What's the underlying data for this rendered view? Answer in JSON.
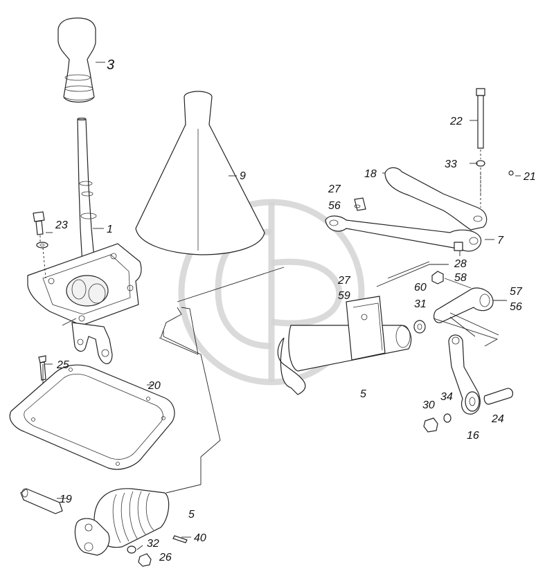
{
  "diagram": {
    "callouts": [
      {
        "id": "3",
        "label": "3"
      },
      {
        "id": "9",
        "label": "9"
      },
      {
        "id": "1",
        "label": "1"
      },
      {
        "id": "23",
        "label": "23"
      },
      {
        "id": "22",
        "label": "22"
      },
      {
        "id": "33",
        "label": "33"
      },
      {
        "id": "21",
        "label": "21"
      },
      {
        "id": "18",
        "label": "18"
      },
      {
        "id": "27a",
        "label": "27"
      },
      {
        "id": "56a",
        "label": "56"
      },
      {
        "id": "7",
        "label": "7"
      },
      {
        "id": "28",
        "label": "28"
      },
      {
        "id": "27b",
        "label": "27"
      },
      {
        "id": "59",
        "label": "59"
      },
      {
        "id": "58",
        "label": "58"
      },
      {
        "id": "60",
        "label": "60"
      },
      {
        "id": "57",
        "label": "57"
      },
      {
        "id": "56b",
        "label": "56"
      },
      {
        "id": "31",
        "label": "31"
      },
      {
        "id": "25",
        "label": "25"
      },
      {
        "id": "20",
        "label": "20"
      },
      {
        "id": "5a",
        "label": "5"
      },
      {
        "id": "30",
        "label": "30"
      },
      {
        "id": "34",
        "label": "34"
      },
      {
        "id": "24",
        "label": "24"
      },
      {
        "id": "16",
        "label": "16"
      },
      {
        "id": "19",
        "label": "19"
      },
      {
        "id": "5b",
        "label": "5"
      },
      {
        "id": "32",
        "label": "32"
      },
      {
        "id": "40",
        "label": "40"
      },
      {
        "id": "26",
        "label": "26"
      }
    ]
  }
}
